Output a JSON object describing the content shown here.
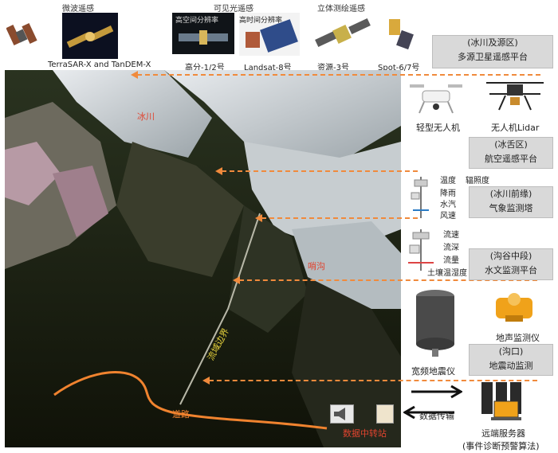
{
  "satellites": {
    "groups": [
      {
        "title": "微波遥感"
      },
      {
        "title": "可见光遥感"
      },
      {
        "title": "立体测绘遥感"
      }
    ],
    "sublabels": {
      "high_spatial": "高空间分辨率",
      "high_temporal": "高时间分辨率"
    },
    "names": [
      "TerraSAR-X and TanDEM-X",
      "高分-1/2号",
      "Landsat-8号",
      "资源-3号",
      "Spot-6/7号"
    ]
  },
  "platforms": [
    {
      "zone": "(冰川及源区)",
      "name": "多源卫星遥感平台"
    },
    {
      "zone": "(冰舌区)",
      "name": "航空遥感平台"
    },
    {
      "zone": "(冰川前缘)",
      "name": "气象监测塔"
    },
    {
      "zone": "(沟谷中段)",
      "name": "水文监测平台"
    },
    {
      "zone": "(沟口)",
      "name": "地震动监测"
    }
  ],
  "devices": {
    "light_uav": "轻型无人机",
    "lidar_uav": "无人机Lidar",
    "met": {
      "temp": "温度",
      "radiation": "辐照度",
      "rain": "降雨",
      "vapor": "水汽",
      "wind": "风速"
    },
    "hydro": {
      "flow_speed": "流速",
      "flow_depth": "流深",
      "discharge": "流量",
      "soil_temp": "土壤温湿度"
    },
    "seismometer": "宽频地震仪",
    "infrasound": "地声监测仪",
    "server_name": "远端服务器",
    "server_algo": "(事件诊断预警算法)",
    "data_transfer": "数据传输"
  },
  "map_labels": {
    "glacier": "冰川",
    "gully": "哨沟",
    "watershed": "流域边界",
    "road": "道路",
    "relay": "数据中转站"
  },
  "colors": {
    "arrow": "#f08a3c",
    "red_label": "#e0442f",
    "yellow_label": "#e6d23c",
    "box": "#d9d9d9"
  }
}
